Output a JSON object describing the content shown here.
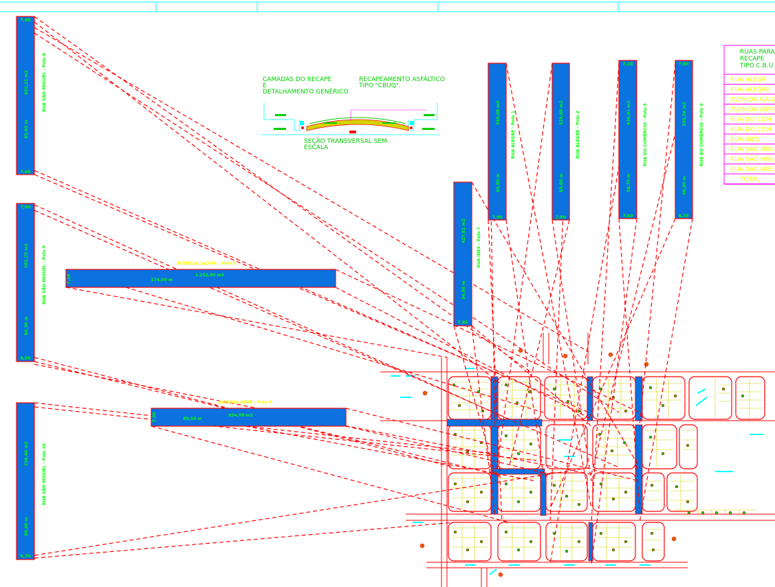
{
  "detail": {
    "title_left_1": "CAMADAS DO RECAPE",
    "title_left_2": "E",
    "title_left_3": "DETALHAMENTO GENÉRICO",
    "title_right_1": "RECAPEAMENTO ASFÁLTICO",
    "title_right_2": "TIPO \"CBUQ\".",
    "section_1": "SEÇÃO TRANSVERSAL SEM",
    "section_2": "ESCALA"
  },
  "table": {
    "header_1": "RUAS PARA",
    "header_2": "RECAPE",
    "header_3": "TIPO C.B.U",
    "rows": [
      "RUA ALEGR",
      "RUA ALEGRE",
      "AVENIDA CALU",
      "AVENIDA ABRE",
      "RUA DO COM",
      "RUA DO COM",
      "RUA INES",
      "RUA SÃO MIGU",
      "RUA SÃO MIGU",
      "RUA SÃO MIGU"
    ],
    "total": "TOTAL"
  },
  "vertical_blocks": [
    {
      "name": "RUA SÃO MIGUEL - Polo 8",
      "area": "652,11 m2",
      "length": "85,65 m",
      "top": "7,60",
      "bottom": "7,60"
    },
    {
      "name": "RUA SÃO MIGUEL - Polo 9",
      "area": "582,25 m2",
      "length": "84,30 m",
      "top": "7,60",
      "bottom": "6,90"
    },
    {
      "name": "RUA SÃO MIGUEL - Polo 10",
      "area": "256,44 m2",
      "length": "84,60 m",
      "top": "",
      "bottom": "6,70"
    },
    {
      "name": "RUA INES - Polo 7",
      "area": "427,81 m2",
      "length": "54,50 m",
      "top": "",
      "bottom": "7,85"
    },
    {
      "name": "RUA ALEGRE - Polo 1",
      "area": "520,00 m2",
      "length": "65,00 m",
      "top": "",
      "bottom": "7,90"
    },
    {
      "name": "RUA ALEGRE - Polo 2",
      "area": "520,00 m2",
      "length": "65,00 m",
      "top": "",
      "bottom": "7,90"
    },
    {
      "name": "RUA DO COMÉRCIO - Polo 5",
      "area": "430,41 m2",
      "length": "58,70 m",
      "top": "7,15",
      "bottom": "7,60"
    },
    {
      "name": "RUA DO COMÉRCIO - Polo 6",
      "area": "350,50 m2",
      "length": "46,80 m",
      "top": "7,60",
      "bottom": "6,70"
    }
  ],
  "horizontal_blocks": [
    {
      "name": "AVENIDA CALUTA - Polo 3",
      "length": "174,00 m",
      "area": "1.252,80 m2",
      "left": "7,20"
    },
    {
      "name": "AVENIDA ABRE - Polo 4",
      "length": "89,50 m",
      "area": "654,08 m2",
      "left": "7,30"
    }
  ],
  "colors": {
    "background": "#ffffff",
    "road_fill": "#0b72e0",
    "road_edge": "#ff0000",
    "leader_line": "#ff0000",
    "label_green": "#00ff00",
    "label_yellow": "#ffff00",
    "cyan": "#00ffff",
    "magenta": "#ff00ff"
  }
}
